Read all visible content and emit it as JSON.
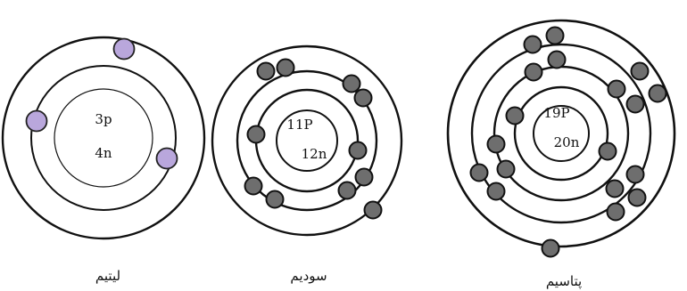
{
  "atoms": [
    {
      "name": "lithium",
      "label": "لیتیم",
      "protons": "3p",
      "neutrons": "4n",
      "electron_color": "#b9a7dc",
      "electrons_per_shell": [
        2,
        1
      ]
    },
    {
      "name": "sodium",
      "label": "سودیم",
      "protons": "11P",
      "neutrons": "12n",
      "electron_color": "#6e6e6e",
      "electrons_per_shell": [
        2,
        8,
        1
      ]
    },
    {
      "name": "potassium",
      "label": "پتاسیم",
      "protons": "19P",
      "neutrons": "20n",
      "electron_color": "#6e6e6e",
      "electrons_per_shell": [
        2,
        8,
        8,
        1
      ]
    }
  ]
}
